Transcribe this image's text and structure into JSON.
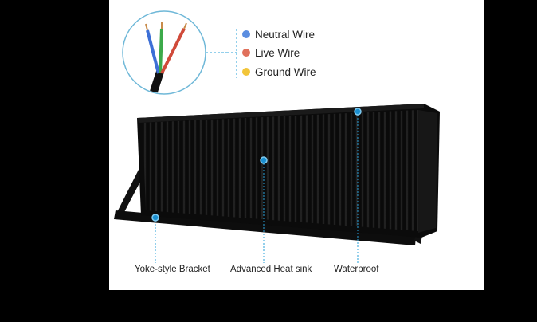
{
  "legend": {
    "items": [
      {
        "label": "Neutral Wire",
        "color": "#5b8de0"
      },
      {
        "label": "Live Wire",
        "color": "#e0705b"
      },
      {
        "label": "Ground Wire",
        "color": "#f2c53a"
      }
    ]
  },
  "callouts": [
    {
      "label": "Yoke-style Bracket"
    },
    {
      "label": "Advanced Heat sink"
    },
    {
      "label": "Waterproof"
    }
  ],
  "colors": {
    "background": "#000000",
    "panel": "#ffffff",
    "marker": "#1a8fd0",
    "leader": "#2aa0d8",
    "fixture": "#0d0d0d"
  }
}
